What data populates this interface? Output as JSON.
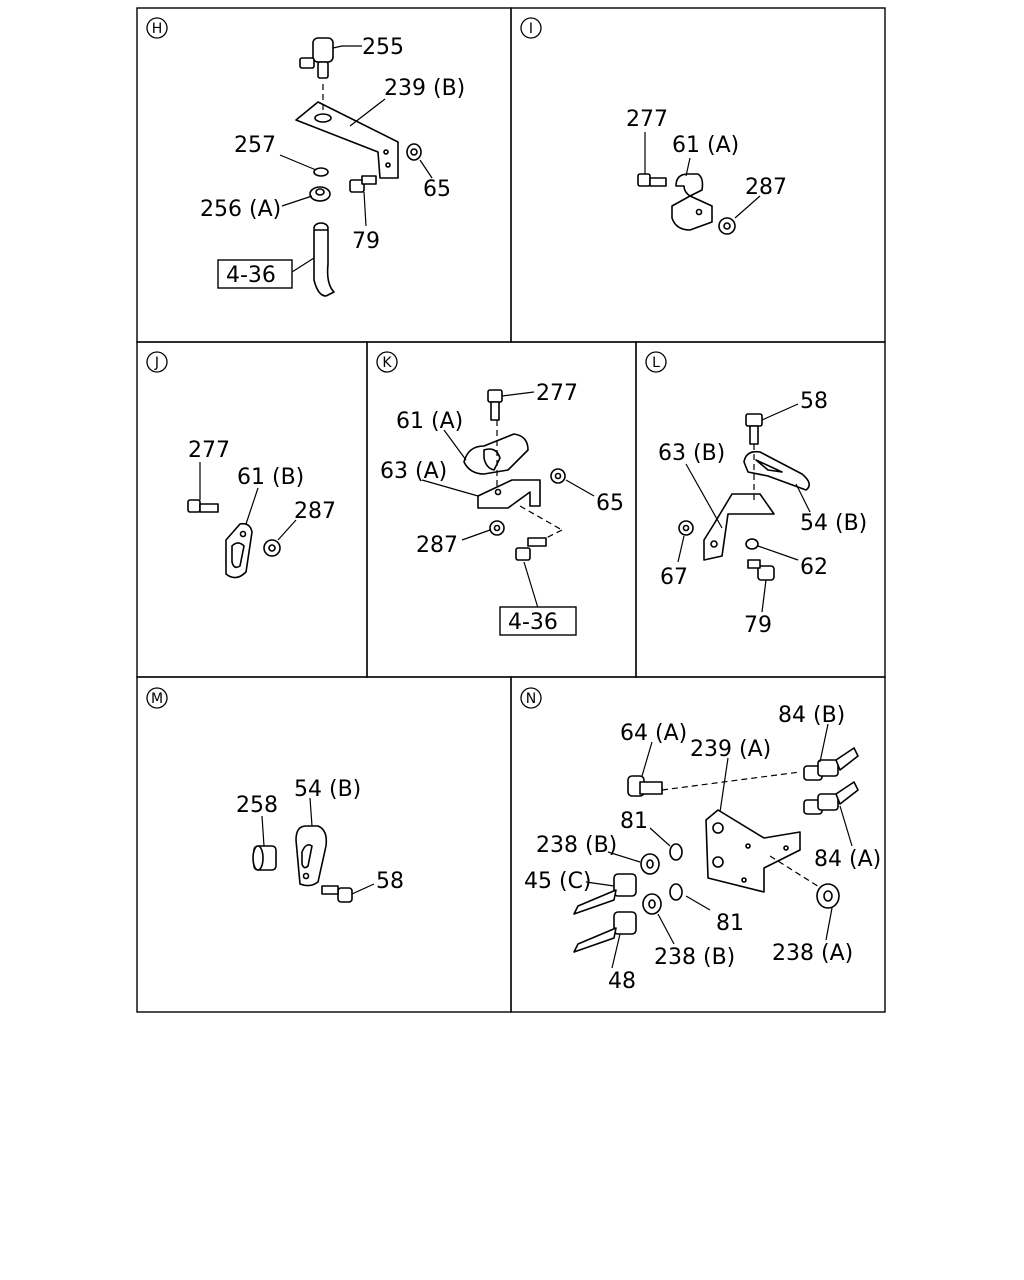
{
  "panels": [
    {
      "id": "H",
      "labels": {
        "p255": "255",
        "p239b": "239 (B)",
        "p257": "257",
        "p256a": "256 (A)",
        "p65": "65",
        "p79": "79",
        "ref": "4-36"
      }
    },
    {
      "id": "I",
      "labels": {
        "p277": "277",
        "p61a": "61 (A)",
        "p287": "287"
      }
    },
    {
      "id": "J",
      "labels": {
        "p277": "277",
        "p61b": "61 (B)",
        "p287": "287"
      }
    },
    {
      "id": "K",
      "labels": {
        "p277": "277",
        "p61a": "61 (A)",
        "p63a": "63 (A)",
        "p65": "65",
        "p287": "287",
        "ref": "4-36"
      }
    },
    {
      "id": "L",
      "labels": {
        "p58": "58",
        "p63b": "63 (B)",
        "p54b": "54 (B)",
        "p67": "67",
        "p62": "62",
        "p79": "79"
      }
    },
    {
      "id": "M",
      "labels": {
        "p258": "258",
        "p54b": "54 (B)",
        "p58": "58"
      }
    },
    {
      "id": "N",
      "labels": {
        "p64a": "64 (A)",
        "p239a": "239 (A)",
        "p84b": "84 (B)",
        "p81a": "81",
        "p238b1": "238 (B)",
        "p45c": "45 (C)",
        "p84a": "84 (A)",
        "p81b": "81",
        "p238b2": "238 (B)",
        "p238a": "238 (A)",
        "p48": "48"
      }
    }
  ]
}
